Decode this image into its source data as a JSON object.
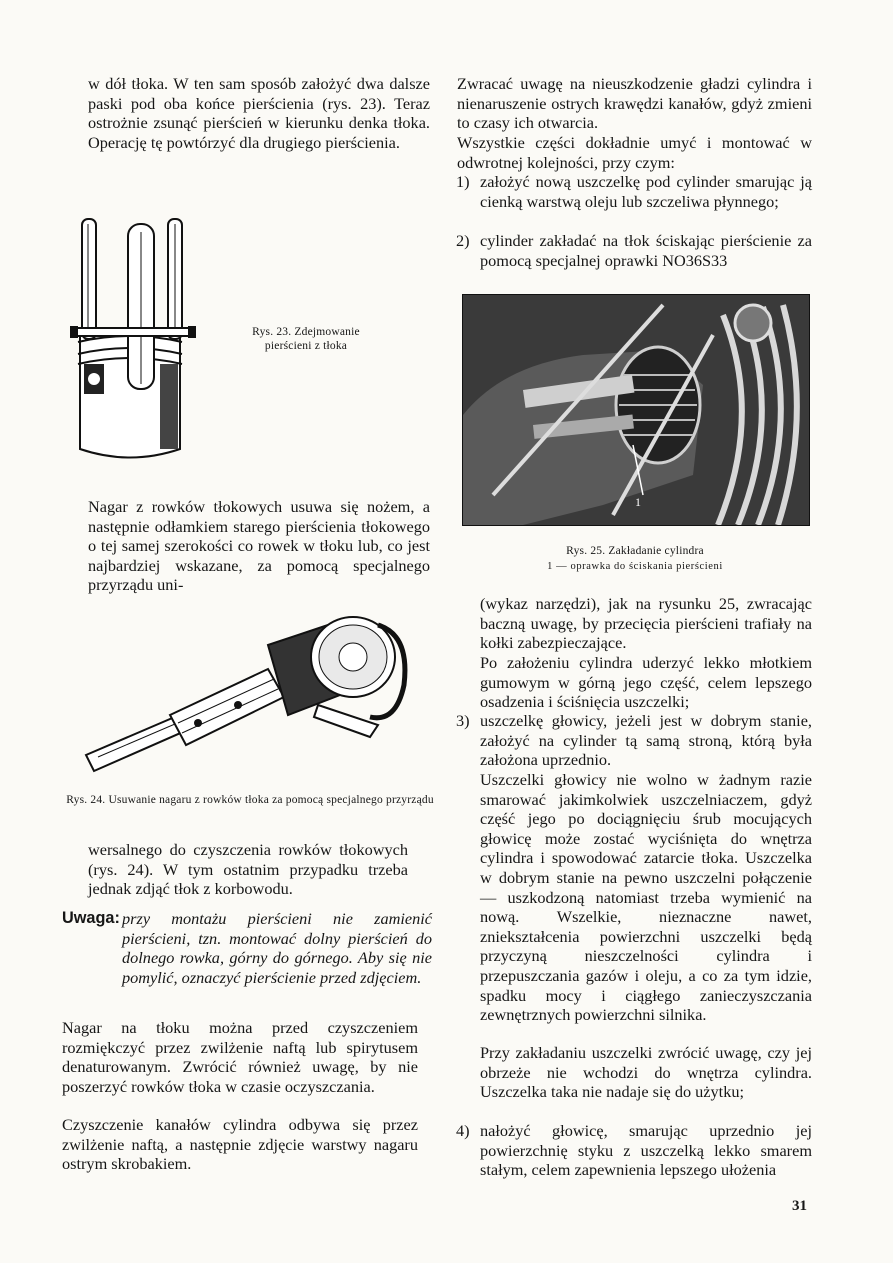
{
  "left": {
    "p1": "w dół tłoka. W ten sam sposób założyć dwa dalsze paski pod oba końce pierścienia (rys. 23). Teraz ostrożnie zsunąć pierścień w kierunku denka tłoka. Operację tę powtórzyć dla drugiego pierścienia.",
    "fig23_caption": "Rys. 23. Zdejmowanie pierścieni z tłoka",
    "p2": "Nagar z rowków tłokowych usuwa się nożem, a następnie odłamkiem starego pierścienia tłokowego o tej samej szerokości co rowek w tłoku lub, co jest najbardziej wskazane, za pomocą specjalnego przyrządu uni-",
    "fig24_caption": "Rys. 24. Usuwanie nagaru z rowków tłoka za pomocą specjalnego przyrządu",
    "p3": "wersalnego do czyszczenia rowków tłokowych (rys. 24). W tym ostatnim przypadku trzeba jednak zdjąć tłok z korbowodu.",
    "note_label": "Uwaga:",
    "note_text": "przy montażu pierścieni nie zamienić pierścieni, tzn. montować dolny pierścień do dolnego rowka, górny do górnego. Aby się nie pomylić, oznaczyć pierścienie przed zdjęciem.",
    "p4": "Nagar na tłoku można przed czyszczeniem rozmiękczyć przez zwilżenie naftą lub spirytusem denaturowanym. Zwrócić również uwagę, by nie poszerzyć rowków tłoka w czasie oczyszczania.",
    "p5": "Czyszczenie kanałów cylindra odbywa się przez zwilżenie naftą, a następnie zdjęcie warstwy nagaru ostrym skrobakiem."
  },
  "right": {
    "p1": "Zwracać uwagę na nieuszkodzenie gładzi cylindra i nienaruszenie ostrych krawędzi kanałów, gdyż zmieni to czasy ich otwarcia.",
    "p2": "Wszystkie części dokładnie umyć i montować w odwrotnej kolejności, przy czym:",
    "item1_num": "1)",
    "item1": "założyć nową uszczelkę pod cylinder smarując ją cienką warstwą oleju lub szczeliwa płynnego;",
    "item2_num": "2)",
    "item2": "cylinder zakładać na tłok ściskając pierścienie za pomocą specjalnej oprawki NO36S33",
    "fig25_caption": "Rys. 25. Zakładanie cylindra",
    "fig25_sub": "1 — oprawka do ściskania pierścieni",
    "fig25_marker": "1",
    "p3": "(wykaz narzędzi), jak na rysunku 25, zwracając baczną uwagę, by przecięcia pierścieni trafiały na kołki zabezpieczające.",
    "p4": "Po założeniu cylindra uderzyć lekko młotkiem gumowym w górną jego część, celem lepszego osadzenia i ściśnięcia uszczelki;",
    "item3_num": "3)",
    "item3": "uszczelkę głowicy, jeżeli jest w dobrym stanie, założyć na cylinder tą samą stroną, którą była założona uprzednio.",
    "p5": "Uszczelki głowicy nie wolno w żadnym razie smarować jakimkolwiek uszczelniaczem, gdyż część jego po dociągnięciu śrub mocujących głowicę może zostać wyciśnięta do wnętrza cylindra i spowodować zatarcie tłoka. Uszczelka w dobrym stanie na pewno uszczelni połączenie — uszkodzoną natomiast trzeba wymienić na nową. Wszelkie, nieznaczne nawet, zniekształcenia powierzchni uszczelki będą przyczyną nieszczelności cylindra i przepuszczania gazów i oleju, a co za tym idzie, spadku mocy i ciągłego zanieczyszczania zewnętrznych powierzchni silnika.",
    "p6": "Przy zakładaniu uszczelki zwrócić uwagę, czy jej obrzeże nie wchodzi do wnętrza cylindra. Uszczelka taka nie nadaje się do użytku;",
    "item4_num": "4)",
    "item4": "nałożyć głowicę, smarując uprzednio jej powierzchnię styku z uszczelką lekko smarem stałym, celem zapewnienia lepszego ułożenia"
  },
  "page_number": "31"
}
